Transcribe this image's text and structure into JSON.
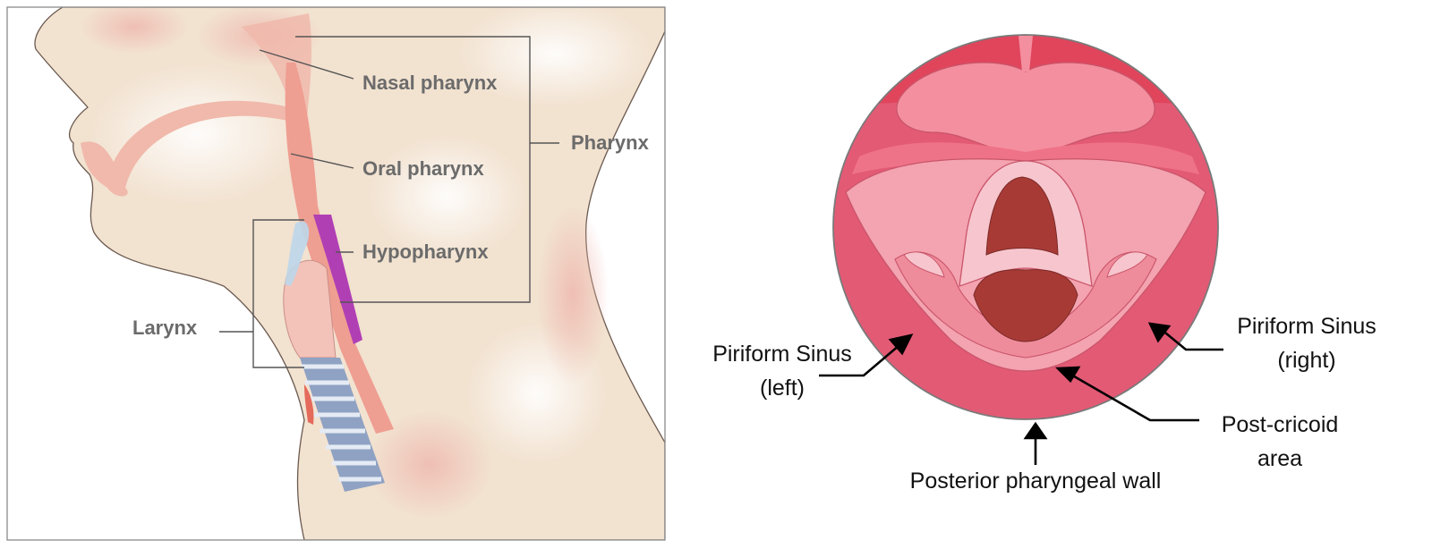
{
  "left_diagram": {
    "labels": {
      "nasal_pharynx": "Nasal pharynx",
      "oral_pharynx": "Oral pharynx",
      "hypopharynx": "Hypopharynx",
      "pharynx": "Pharynx",
      "larynx": "Larynx"
    }
  },
  "right_diagram": {
    "labels": {
      "piriform_left_1": "Piriform Sinus",
      "piriform_left_2": "(left)",
      "piriform_right_1": "Piriform Sinus",
      "piriform_right_2": "(right)",
      "post_cricoid_1": "Post-cricoid",
      "post_cricoid_2": "area",
      "posterior_wall": "Posterior pharyngeal wall"
    }
  },
  "colors": {
    "skin": "#f3e3d3",
    "tissue_pink": "#f1b6a9",
    "hypopharynx_purple": "#b13fb4",
    "trachea_blue": "#8fa2c3",
    "scope_outer": "#e35a75",
    "scope_inner": "#f69aa7",
    "airway_dark": "#a83a35"
  }
}
